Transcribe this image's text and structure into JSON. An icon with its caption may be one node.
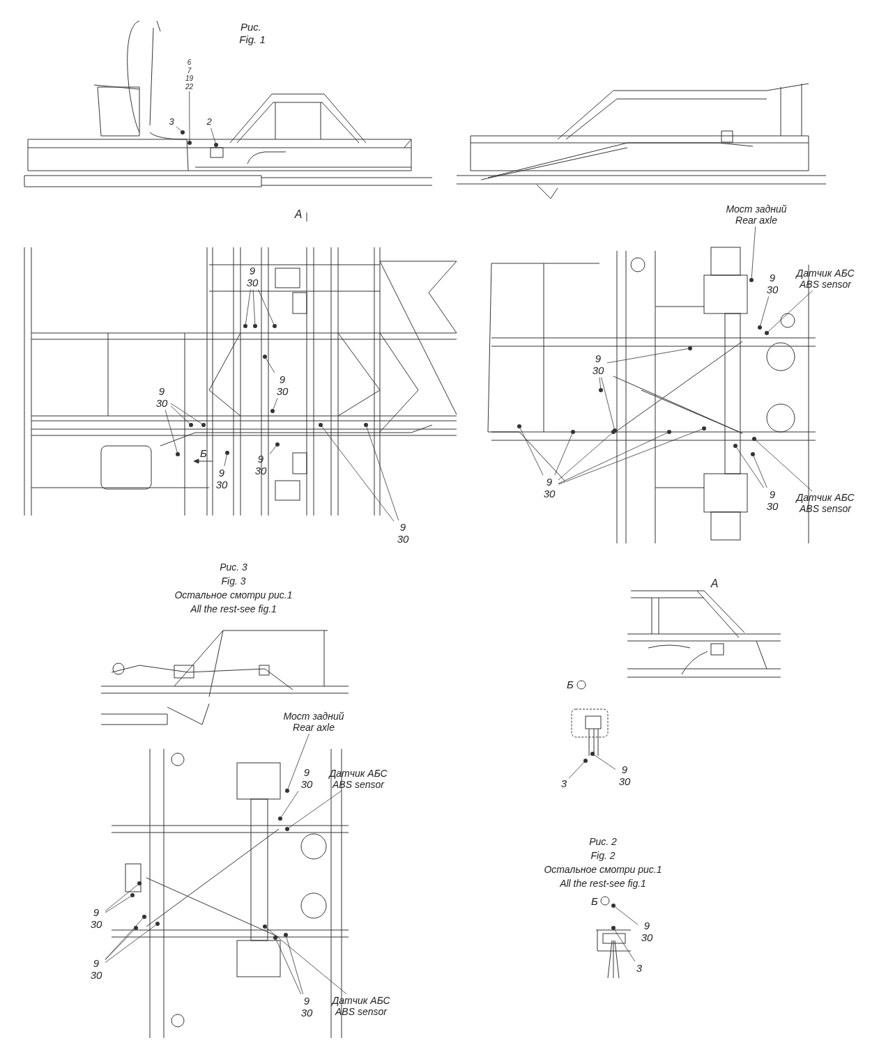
{
  "diagram": {
    "nodes": [
      {
        "text": [
          "6 7 19 22"
        ]
      },
      {
        "text": [],
        "shape": "circle"
      },
      {
        "text": [
          "3"
        ]
      },
      {
        "text": [],
        "shape": "circle"
      },
      {
        "text": [
          "2"
        ]
      },
      {
        "text": [],
        "shape": "circle"
      },
      {
        "text": [
          "9 30"
        ]
      },
      {
        "text": [],
        "shape": "circle"
      },
      {
        "text": [],
        "shape": "circle"
      },
      {
        "text": [],
        "shape": "circle"
      },
      {
        "text": [
          "9 30"
        ]
      },
      {
        "text": [],
        "shape": "circle"
      },
      {
        "text": [],
        "shape": "circle"
      },
      {
        "text": [
          "9 30"
        ]
      },
      {
        "text": [],
        "shape": "circle"
      },
      {
        "text": [],
        "shape": "circle"
      },
      {
        "text": [],
        "shape": "circle"
      },
      {
        "text": [
          "9 30"
        ]
      },
      {
        "text": [],
        "shape": "circle"
      },
      {
        "text": [
          "9 30"
        ]
      },
      {
        "text": [],
        "shape": "circle"
      },
      {
        "text": [
          "9 30"
        ]
      },
      {
        "text": [],
        "shape": "circle"
      },
      {
        "text": [],
        "shape": "circle"
      },
      {
        "text": [
          "Мост задний Rear axle"
        ]
      },
      {
        "text": [],
        "shape": "circle"
      },
      {
        "text": [
          "9 30"
        ]
      },
      {
        "text": [],
        "shape": "circle"
      },
      {
        "text": [
          "Датчик АБС ABS sensor"
        ]
      },
      {
        "text": [],
        "shape": "circle"
      },
      {
        "text": [
          "9 30"
        ]
      },
      {
        "text": [],
        "shape": "circle"
      },
      {
        "text": [],
        "shape": "circle"
      },
      {
        "text": [],
        "shape": "circle"
      },
      {
        "text": [
          "9 30"
        ]
      },
      {
        "text": [],
        "shape": "circle"
      },
      {
        "text": [],
        "shape": "circle"
      },
      {
        "text": [],
        "shape": "circle"
      },
      {
        "text": [],
        "shape": "circle"
      },
      {
        "text": [],
        "shape": "circle"
      },
      {
        "text": [
          "9 30"
        ]
      },
      {
        "text": [],
        "shape": "circle"
      },
      {
        "text": [],
        "shape": "circle"
      },
      {
        "text": [
          "Датчик АБС ABS sensor"
        ]
      },
      {
        "text": [],
        "shape": "circle"
      },
      {
        "text": [
          "Мост задний Rear axle"
        ]
      },
      {
        "text": [],
        "shape": "circle"
      },
      {
        "text": [
          "9 30"
        ]
      },
      {
        "text": [],
        "shape": "circle"
      },
      {
        "text": [
          "Датчик АБС ABS sensor"
        ]
      },
      {
        "text": [],
        "shape": "circle"
      },
      {
        "text": [
          "9 30"
        ]
      },
      {
        "text": [],
        "shape": "circle"
      },
      {
        "text": [],
        "shape": "circle"
      },
      {
        "text": [
          "9 30"
        ]
      },
      {
        "text": [],
        "shape": "circle"
      },
      {
        "text": [],
        "shape": "circle"
      },
      {
        "text": [],
        "shape": "circle"
      },
      {
        "text": [
          "9 30"
        ]
      },
      {
        "text": [],
        "shape": "circle"
      },
      {
        "text": [],
        "shape": "circle"
      },
      {
        "text": [
          "Датчик АБС ABS sensor"
        ]
      },
      {
        "text": [],
        "shape": "circle"
      },
      {
        "text": [
          "3"
        ]
      },
      {
        "text": [],
        "shape": "circle"
      },
      {
        "text": [
          "9 30"
        ]
      },
      {
        "text": [],
        "shape": "circle"
      },
      {
        "text": [
          "9 30"
        ]
      },
      {
        "text": [],
        "shape": "circle"
      },
      {
        "text": [
          "3"
        ]
      },
      {
        "text": [],
        "shape": "circle"
      }
    ],
    "edges": [
      {
        "from": 0,
        "to": 1,
        "arrow": "none"
      },
      {
        "from": 2,
        "to": 3,
        "arrow": "none"
      },
      {
        "from": 4,
        "to": 5,
        "arrow": "none"
      },
      {
        "from": 6,
        "to": 7,
        "arrow": "none"
      },
      {
        "from": 6,
        "to": 8,
        "arrow": "none"
      },
      {
        "from": 6,
        "to": 9,
        "arrow": "none"
      },
      {
        "from": 10,
        "to": 11,
        "arrow": "none"
      },
      {
        "from": 10,
        "to": 12,
        "arrow": "none"
      },
      {
        "from": 13,
        "to": 14,
        "arrow": "none"
      },
      {
        "from": 13,
        "to": 15,
        "arrow": "none"
      },
      {
        "from": 13,
        "to": 16,
        "arrow": "none"
      },
      {
        "from": 17,
        "to": 18,
        "arrow": "none"
      },
      {
        "from": 19,
        "to": 20,
        "arrow": "none"
      },
      {
        "from": 21,
        "to": 22,
        "arrow": "none"
      },
      {
        "from": 21,
        "to": 23,
        "arrow": "none"
      },
      {
        "from": 24,
        "to": 25,
        "arrow": "none"
      },
      {
        "from": 26,
        "to": 27,
        "arrow": "none"
      },
      {
        "from": 28,
        "to": 29,
        "arrow": "none"
      },
      {
        "from": 30,
        "to": 31,
        "arrow": "none"
      },
      {
        "from": 30,
        "to": 32,
        "arrow": "none"
      },
      {
        "from": 30,
        "to": 33,
        "arrow": "none"
      },
      {
        "from": 34,
        "to": 35,
        "arrow": "none"
      },
      {
        "from": 34,
        "to": 36,
        "arrow": "none"
      },
      {
        "from": 34,
        "to": 37,
        "arrow": "none"
      },
      {
        "from": 34,
        "to": 38,
        "arrow": "none"
      },
      {
        "from": 34,
        "to": 39,
        "arrow": "none"
      },
      {
        "from": 40,
        "to": 41,
        "arrow": "none"
      },
      {
        "from": 40,
        "to": 42,
        "arrow": "none"
      },
      {
        "from": 43,
        "to": 44,
        "arrow": "none"
      },
      {
        "from": 45,
        "to": 46,
        "arrow": "none"
      },
      {
        "from": 47,
        "to": 48,
        "arrow": "none"
      },
      {
        "from": 49,
        "to": 50,
        "arrow": "none"
      },
      {
        "from": 51,
        "to": 52,
        "arrow": "none"
      },
      {
        "from": 51,
        "to": 53,
        "arrow": "none"
      },
      {
        "from": 54,
        "to": 55,
        "arrow": "none"
      },
      {
        "from": 54,
        "to": 56,
        "arrow": "none"
      },
      {
        "from": 54,
        "to": 57,
        "arrow": "none"
      },
      {
        "from": 58,
        "to": 59,
        "arrow": "none"
      },
      {
        "from": 58,
        "to": 60,
        "arrow": "none"
      },
      {
        "from": 61,
        "to": 62,
        "arrow": "none"
      },
      {
        "from": 63,
        "to": 64,
        "arrow": "none"
      },
      {
        "from": 65,
        "to": 66,
        "arrow": "none"
      },
      {
        "from": 67,
        "to": 68,
        "arrow": "none"
      },
      {
        "from": 69,
        "to": 70,
        "arrow": "none"
      }
    ],
    "labels": [
      "Рис.",
      "Fig. 1",
      "A",
      "Б",
      "Рис. 3",
      "Fig. 3",
      "Остальное смотри рис.1",
      "All the rest-see fig.1",
      "A",
      "Б",
      "Рис. 2",
      "Fig. 2",
      "Остальное смотри рис.1",
      "All the rest-see fig.1",
      "Б"
    ]
  }
}
